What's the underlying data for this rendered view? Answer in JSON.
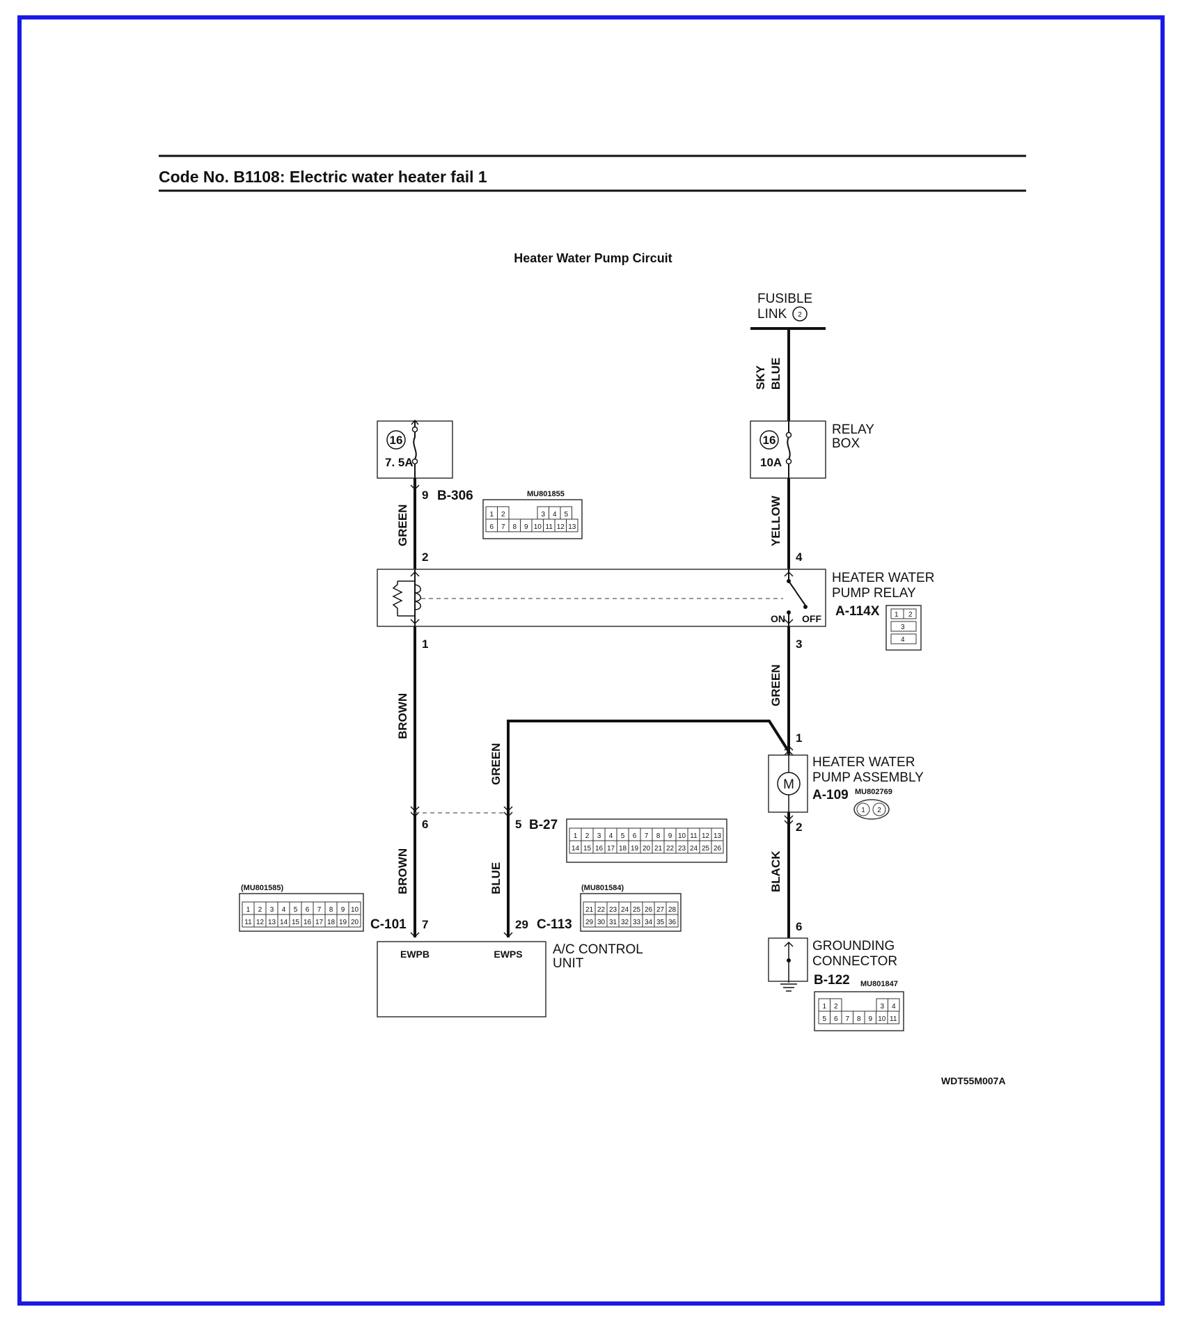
{
  "header": {
    "title": "Code No. B1108: Electric water heater fail 1"
  },
  "diagram": {
    "title": "Heater Water Pump Circuit",
    "fusible_link": {
      "line1": "FUSIBLE",
      "line2": "LINK",
      "number": "2"
    },
    "wires": {
      "sky_blue_1": "SKY",
      "sky_blue_2": "BLUE",
      "yellow": "YELLOW",
      "green_left": "GREEN",
      "green_right": "GREEN",
      "green_mid": "GREEN",
      "brown_upper": "BROWN",
      "brown_lower": "BROWN",
      "blue": "BLUE",
      "black": "BLACK"
    },
    "fuse_left": {
      "number": "16",
      "rating": "7. 5A"
    },
    "fuse_right": {
      "number": "16",
      "rating": "10A"
    },
    "relay_box": {
      "line1": "RELAY",
      "line2": "BOX"
    },
    "relay": {
      "line1": "HEATER WATER",
      "line2": "PUMP RELAY",
      "code": "A-114X",
      "on": "ON",
      "off": "OFF",
      "pins": [
        "1",
        "2",
        "3",
        "4"
      ]
    },
    "pump": {
      "line1": "HEATER WATER",
      "line2": "PUMP ASSEMBLY",
      "code": "A-109",
      "part": "MU802769",
      "motor": "M",
      "pins": [
        "1",
        "2"
      ]
    },
    "grounding": {
      "line1": "GROUNDING",
      "line2": "CONNECTOR",
      "code": "B-122",
      "part": "MU801847",
      "row1": [
        "1",
        "2",
        "3",
        "4"
      ],
      "row2": [
        "5",
        "6",
        "7",
        "8",
        "9",
        "10",
        "11"
      ]
    },
    "control_unit": {
      "line1": "A/C CONTROL",
      "line2": "UNIT",
      "terminal_left": "EWPB",
      "terminal_right": "EWPS"
    },
    "pins": {
      "p9": "9",
      "p2": "2",
      "p4": "4",
      "p1_relay": "1",
      "p3": "3",
      "p1_pump": "1",
      "p2_pump": "2",
      "p6_left": "6",
      "p5": "5",
      "p6_ground": "6",
      "p7": "7",
      "p29": "29"
    },
    "conn_b306": {
      "code": "B-306",
      "part": "MU801855",
      "row1": [
        "1",
        "2",
        "3",
        "4",
        "5"
      ],
      "row2": [
        "6",
        "7",
        "8",
        "9",
        "10",
        "11",
        "12",
        "13"
      ]
    },
    "conn_b27": {
      "code": "B-27",
      "row1": [
        "1",
        "2",
        "3",
        "4",
        "5",
        "6",
        "7",
        "8",
        "9",
        "10",
        "11",
        "12",
        "13"
      ],
      "row2": [
        "14",
        "15",
        "16",
        "17",
        "18",
        "19",
        "20",
        "21",
        "22",
        "23",
        "24",
        "25",
        "26"
      ]
    },
    "conn_c101": {
      "code": "C-101",
      "part": "(MU801585)",
      "row1": [
        "1",
        "2",
        "3",
        "4",
        "5",
        "6",
        "7",
        "8",
        "9",
        "10"
      ],
      "row2": [
        "11",
        "12",
        "13",
        "14",
        "15",
        "16",
        "17",
        "18",
        "19",
        "20"
      ]
    },
    "conn_c113": {
      "code": "C-113",
      "part": "(MU801584)",
      "row1": [
        "21",
        "22",
        "23",
        "24",
        "25",
        "26",
        "27",
        "28"
      ],
      "row2": [
        "29",
        "30",
        "31",
        "32",
        "33",
        "34",
        "35",
        "36"
      ]
    },
    "footer_code": "WDT55M007A"
  }
}
